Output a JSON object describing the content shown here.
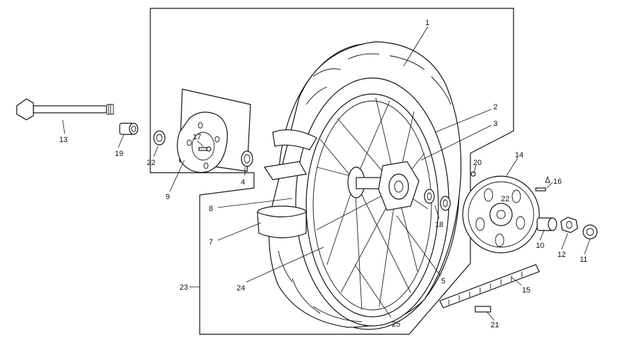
{
  "diagram": {
    "labels": {
      "p1": "1",
      "p2": "2",
      "p3": "3",
      "p4": "4",
      "p5": "5",
      "p7": "7",
      "p8": "8",
      "p9": "9",
      "p10": "10",
      "p11": "11",
      "p12": "12",
      "p13": "13",
      "p14": "14",
      "p15": "15",
      "p16": "16",
      "p17": "17",
      "p18": "18",
      "p19": "19",
      "p20": "20",
      "p21": "21",
      "p22a": "22",
      "p22b": "22",
      "p23": "23",
      "p24": "24",
      "p25": "25"
    }
  }
}
